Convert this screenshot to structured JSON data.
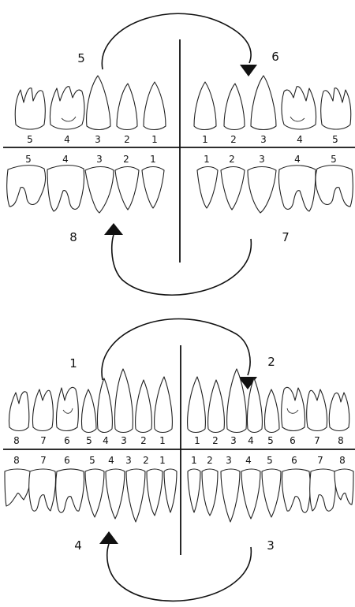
{
  "colors": {
    "ink": "#111111",
    "background": "#ffffff"
  },
  "primary": {
    "quadrants": {
      "upper_right": "5",
      "upper_left": "6",
      "lower_left": "7",
      "lower_right": "8"
    },
    "upper_right_numbers": [
      "5",
      "4",
      "3",
      "2",
      "1"
    ],
    "upper_left_numbers": [
      "1",
      "2",
      "3",
      "4",
      "5"
    ],
    "lower_right_numbers": [
      "5",
      "4",
      "3",
      "2",
      "1"
    ],
    "lower_left_numbers": [
      "1",
      "2",
      "3",
      "4",
      "5"
    ]
  },
  "permanent": {
    "quadrants": {
      "upper_right": "1",
      "upper_left": "2",
      "lower_left": "3",
      "lower_right": "4"
    },
    "upper_right_numbers": [
      "8",
      "7",
      "6",
      "5",
      "4",
      "3",
      "2",
      "1"
    ],
    "upper_left_numbers": [
      "1",
      "2",
      "3",
      "4",
      "5",
      "6",
      "7",
      "8"
    ],
    "lower_right_numbers": [
      "8",
      "7",
      "6",
      "5",
      "4",
      "3",
      "2",
      "1"
    ],
    "lower_left_numbers": [
      "1",
      "2",
      "3",
      "4",
      "5",
      "6",
      "7",
      "8"
    ]
  }
}
